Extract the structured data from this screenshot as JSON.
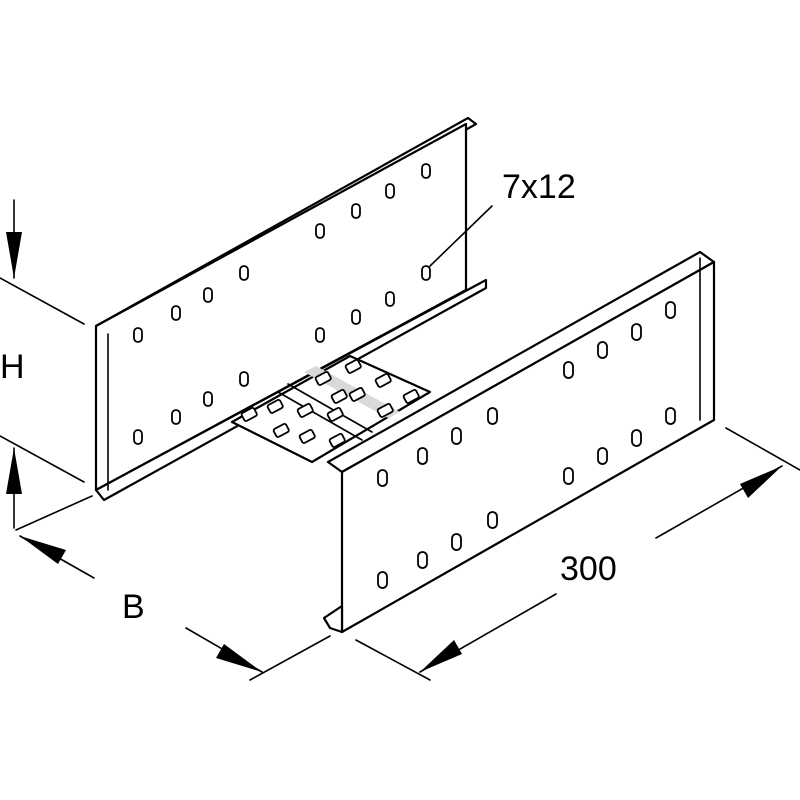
{
  "labels": {
    "hole_size": "7x12",
    "height": "H",
    "width": "B",
    "length": "300"
  }
}
